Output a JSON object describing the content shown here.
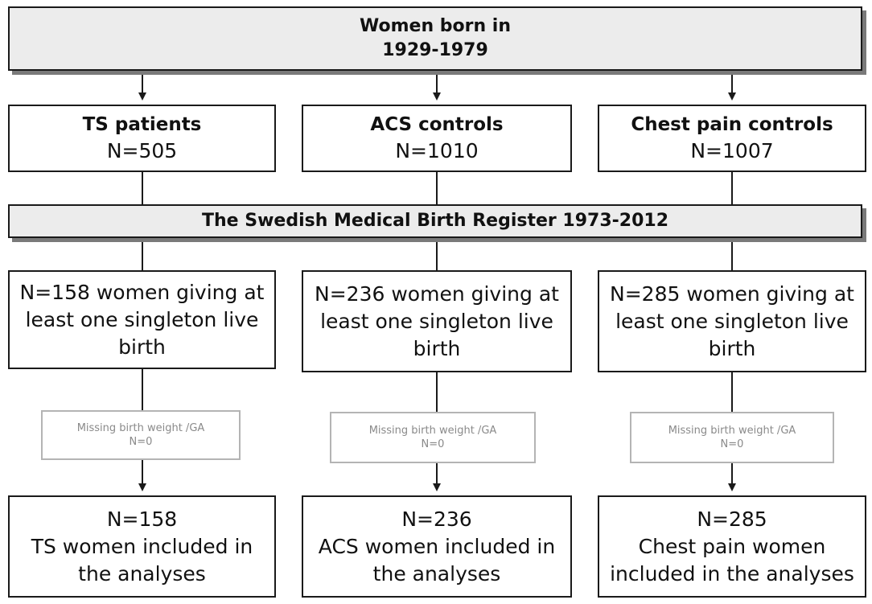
{
  "top": {
    "line1": "Women born in",
    "line2": "1929-1979"
  },
  "groups": [
    {
      "title": "TS patients",
      "n": "N=505",
      "births": [
        "N=158 women giving at",
        "least one singleton live",
        "birth"
      ],
      "missing": [
        "Missing birth weight /GA",
        "N=0"
      ],
      "final": [
        "N=158",
        "TS women included in",
        "the analyses"
      ]
    },
    {
      "title": "ACS controls",
      "n": "N=1010",
      "births": [
        "N=236 women giving at",
        "least one singleton live",
        "birth"
      ],
      "missing": [
        "Missing birth weight /GA",
        "N=0"
      ],
      "final": [
        "N=236",
        "ACS women included in",
        "the analyses"
      ]
    },
    {
      "title": "Chest pain controls",
      "n": "N=1007",
      "births": [
        "N=285 women giving at",
        "least one singleton live",
        "birth"
      ],
      "missing": [
        "Missing birth weight /GA",
        "N=0"
      ],
      "final": [
        "N=285",
        "Chest pain women",
        "included in the analyses"
      ]
    }
  ],
  "register": {
    "label": "The Swedish Medical Birth Register 1973-2012"
  }
}
